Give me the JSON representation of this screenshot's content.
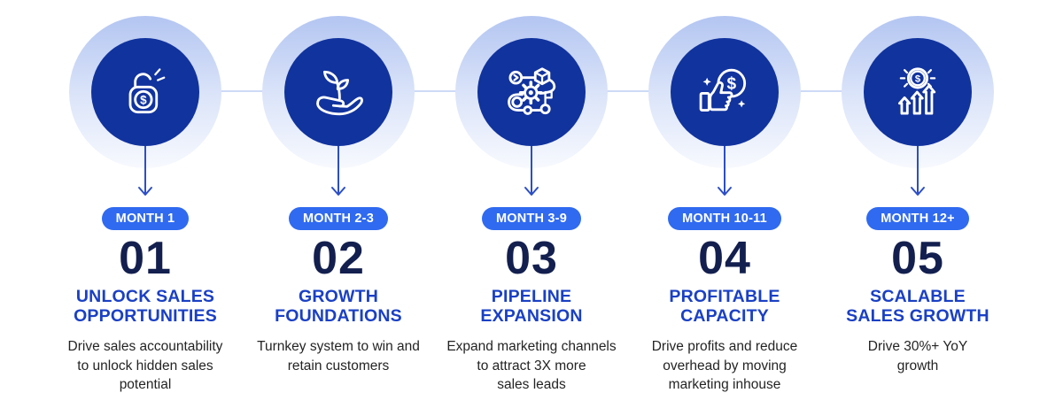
{
  "colors": {
    "badge-blue": "#2f6af0",
    "circle-blue": "#11339e",
    "halo-top": "#b3c5f1",
    "halo-mid": "#dbe4f9",
    "halo-bottom": "#f7f9fe",
    "connector": "#cdd9f6",
    "arrow-blue": "#2c4ec6",
    "number-navy": "#131f4e",
    "title-blue": "#1a40c4",
    "desc-dark": "#242424",
    "icon-white": "#ffffff"
  },
  "steps": [
    {
      "icon": "unlocked-padlock-dollar-icon",
      "badge": "MONTH 1",
      "number": "01",
      "title": "UNLOCK SALES\nOPPORTUNITIES",
      "description": "Drive sales accountability\nto unlock hidden sales\npotential"
    },
    {
      "icon": "seedling-in-hand-icon",
      "badge": "MONTH 2-3",
      "number": "02",
      "title": "GROWTH\nFOUNDATIONS",
      "description": "Turnkey system to win and\nretain customers"
    },
    {
      "icon": "process-gear-path-icon",
      "badge": "MONTH 3-9",
      "number": "03",
      "title": "PIPELINE\nEXPANSION",
      "description": "Expand marketing channels\nto attract 3X more\nsales leads"
    },
    {
      "icon": "thumbs-up-dollar-icon",
      "badge": "MONTH 10-11",
      "number": "04",
      "title": "PROFITABLE\nCAPACITY",
      "description": "Drive profits and reduce\noverhead by moving\nmarketing inhouse"
    },
    {
      "icon": "dollar-coin-growth-arrows-icon",
      "badge": "MONTH 12+",
      "number": "05",
      "title": "SCALABLE\nSALES GROWTH",
      "description": "Drive 30%+ YoY\ngrowth"
    }
  ]
}
